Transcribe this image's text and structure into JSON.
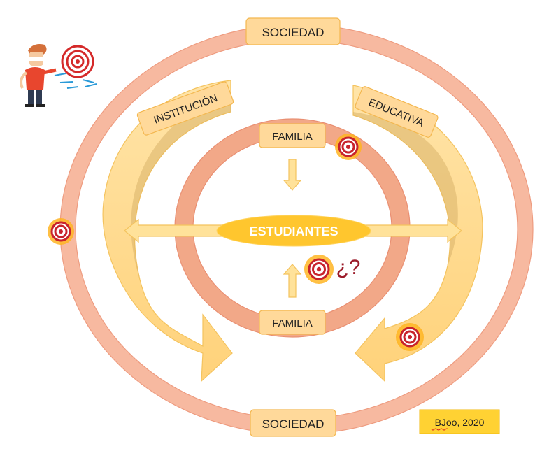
{
  "labels": {
    "society_top": "SOCIEDAD",
    "society_bottom": "SOCIEDAD",
    "institucion": "INSTITUCIÓN",
    "educativa": "EDUCATIVA",
    "familia_top": "FAMILIA",
    "familia_bottom": "FAMILIA",
    "estudiantes": "ESTUDIANTES",
    "question": "¿?",
    "credit_name": "BJoo",
    "credit_year": ", 2020"
  },
  "colors": {
    "outer_ring": "#f7b9a0",
    "outer_ring_stroke": "#ef9e83",
    "inner_ring": "#f2a888",
    "label_fill": "#ffd99a",
    "label_stroke": "#f3b74f",
    "arrow_fill": "#ffe29a",
    "arrow_stroke": "#f4c35e",
    "ellipse_fill": "#ffc62e",
    "ellipse_text": "#ffffff",
    "target_red": "#c8232c",
    "question_color": "#9b1b2a",
    "credit_fill": "#ffd233"
  },
  "icons": {
    "target": "target-icon",
    "archer": "archer-person-icon"
  }
}
